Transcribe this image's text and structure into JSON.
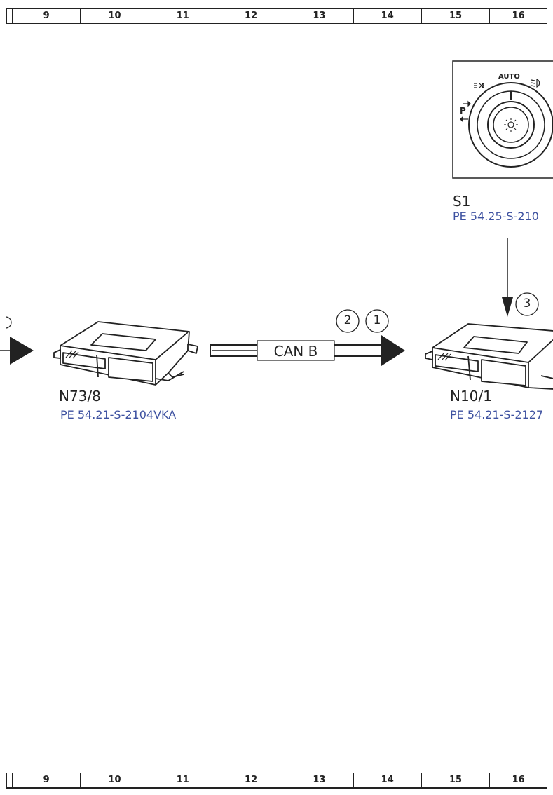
{
  "ruler": {
    "columns": [
      "9",
      "10",
      "11",
      "12",
      "13",
      "14",
      "15",
      "16"
    ]
  },
  "components": {
    "n73_8": {
      "code": "N73/8",
      "ref": "PE 54.21-S-2104VKA"
    },
    "n10_1": {
      "code": "N10/1",
      "ref": "PE 54.21-S-2127"
    },
    "s1": {
      "code": "S1",
      "ref": "PE 54.25-S-210",
      "switch_marks": {
        "auto": "AUTO",
        "parking": "P"
      }
    }
  },
  "bus": {
    "label": "CAN B"
  },
  "signals": [
    "2",
    "1",
    "3"
  ]
}
